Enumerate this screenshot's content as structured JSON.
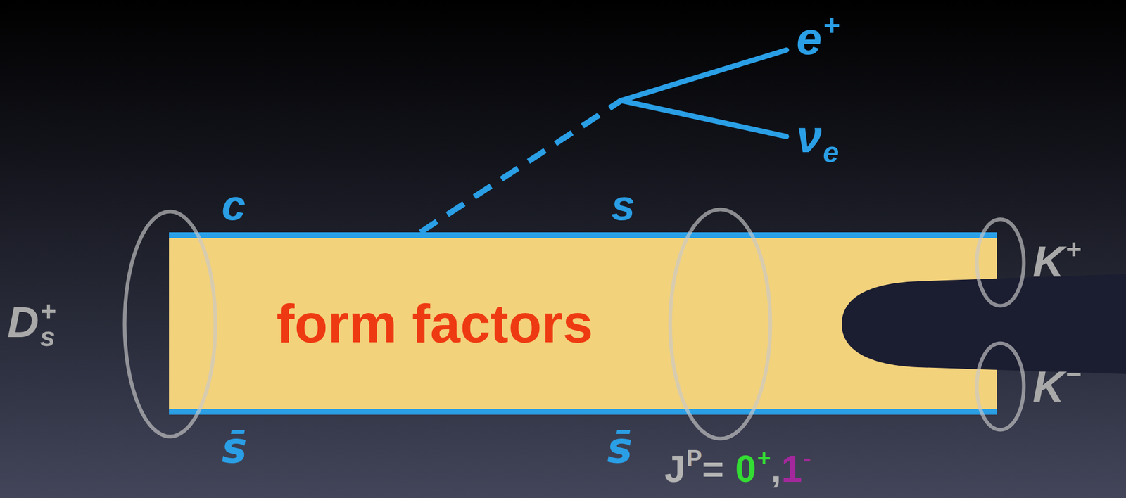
{
  "diagram": {
    "nodes": [
      {
        "text": [
          "form factors"
        ]
      }
    ],
    "labels": [
      "D",
      "s",
      "+",
      "c",
      "s",
      "e",
      "+",
      "ν",
      "e",
      "K",
      "+",
      "K",
      "−",
      "s̄",
      "s̄",
      "J",
      "P",
      "=",
      "0",
      "+",
      ",",
      "1",
      "-"
    ]
  }
}
